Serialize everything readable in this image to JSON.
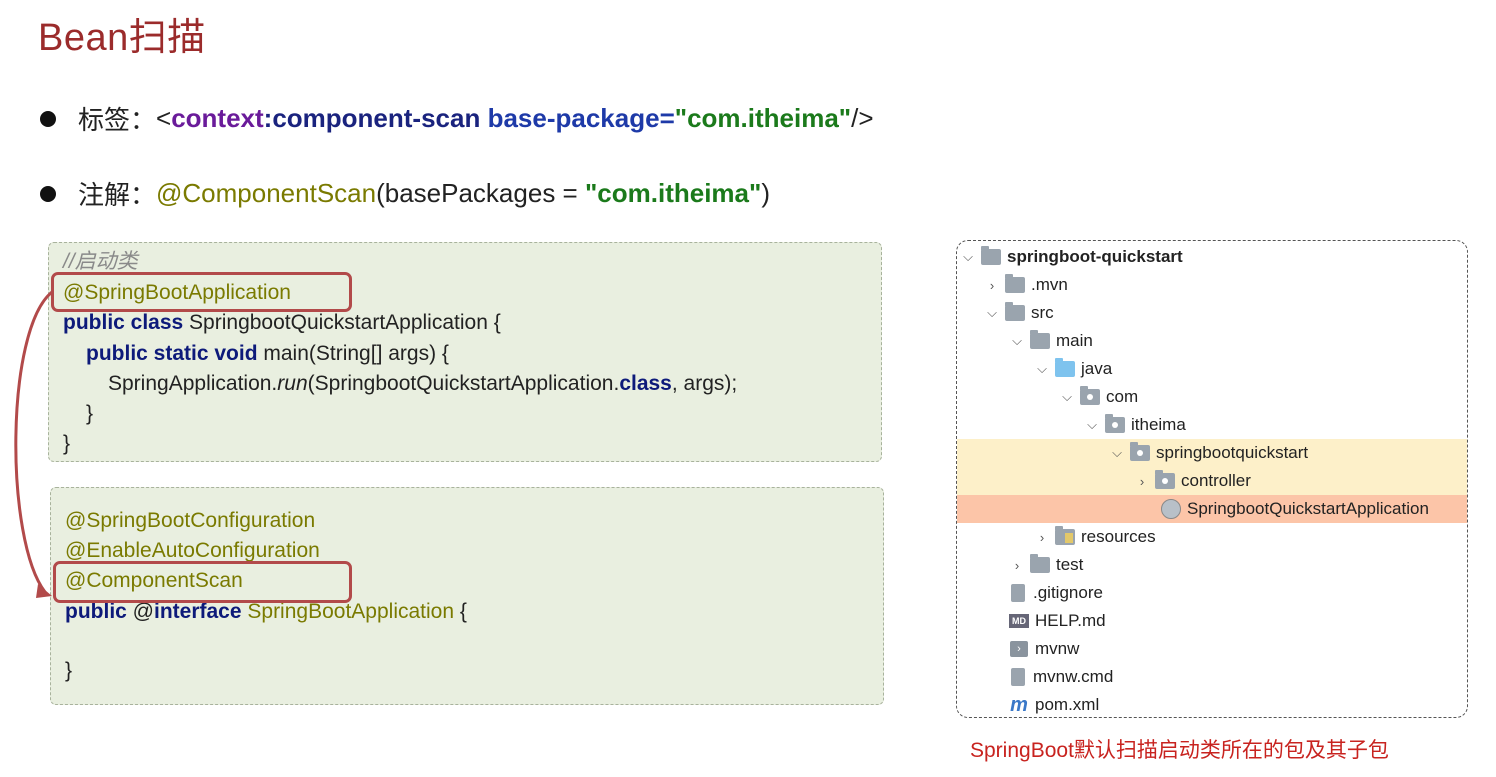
{
  "title": "Bean扫描",
  "bullets": {
    "tag": {
      "label": "标签：",
      "lt": "<",
      "context": "context",
      "colon_component": ":component-scan",
      "space_attr": " base-package",
      "eq": "=",
      "value": "\"com.itheima\"",
      "close": "/>"
    },
    "annotation": {
      "label": "注解：",
      "name": "@ComponentScan",
      "open": "(basePackages = ",
      "value": "\"com.itheima\"",
      "close": ")"
    }
  },
  "code1": {
    "comment": "//启动类",
    "line1": "@SpringBootApplication",
    "line2_kw": "public class",
    "line2_rest": " SpringbootQuickstartApplication {",
    "line3_kw": "public static void",
    "line3_rest": " main(String[] args) {",
    "line4_a": "SpringApplication.",
    "line4_b": "run",
    "line4_c": "(SpringbootQuickstartApplication.",
    "line4_d": "class",
    "line4_e": ", args);",
    "line5": "}",
    "line6": "}"
  },
  "code2": {
    "line1": "@SpringBootConfiguration",
    "line2": "@EnableAutoConfiguration",
    "line3": "@ComponentScan",
    "line4_kw": "public",
    "line4_at": " @",
    "line4_kw2": "interface",
    "line4_name": " SpringBootApplication",
    "line4_brace": " {",
    "line5": "}"
  },
  "tree": {
    "items": [
      {
        "label": "springboot-quickstart"
      },
      {
        "label": ".mvn"
      },
      {
        "label": "src"
      },
      {
        "label": "main"
      },
      {
        "label": "java"
      },
      {
        "label": "com"
      },
      {
        "label": "itheima"
      },
      {
        "label": "springbootquickstart"
      },
      {
        "label": "controller"
      },
      {
        "label": "SpringbootQuickstartApplication"
      },
      {
        "label": "resources"
      },
      {
        "label": "test"
      },
      {
        "label": ".gitignore"
      },
      {
        "label": "HELP.md"
      },
      {
        "label": "mvnw"
      },
      {
        "label": "mvnw.cmd"
      },
      {
        "label": "pom.xml"
      }
    ],
    "md_badge": "MD",
    "m_glyph": "m"
  },
  "caption": "SpringBoot默认扫描启动类所在的包及其子包",
  "colors": {
    "title": "#9b2b2b",
    "highlight_border": "#b24a4a",
    "caption": "#c8231f",
    "row_highlight_yellow": "#fdf0c9",
    "row_highlight_orange": "#fcc5a8"
  }
}
